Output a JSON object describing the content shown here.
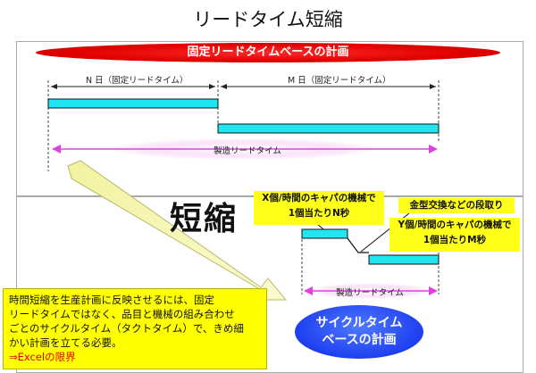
{
  "title": "リードタイム短縮",
  "top": {
    "plan_label": "固定リードタイムベースの計画",
    "n_label": "N 日（固定リードタイム）",
    "m_label": "M 日（固定リードタイム）",
    "lead_time_label": "製造リードタイム"
  },
  "bottom": {
    "shorten_label": "短縮",
    "x_machine_line1": "X個/時間のキャパの機械で",
    "x_machine_line2": "1個当たりN秒",
    "changeover": "金型交換などの段取り",
    "y_machine_line1": "Y個/時間のキャパの機械で",
    "y_machine_line2": "1個当たりM秒",
    "lead_time_label": "製造リードタイム",
    "cycle_plan_line1": "サイクルタイム",
    "cycle_plan_line2": "ベースの計画",
    "note_lines": [
      "時間短縮を生産計画に反映させるには、固定",
      "リードタイムではなく、品目と機械の組み合わせ",
      "ごとのサイクルタイム（タクトタイム）で、きめ細",
      "かい計画を立てる必要。"
    ],
    "note_excel": "⇒Excelの限界"
  },
  "colors": {
    "red": "#e00000",
    "cyan": "#21e5f0",
    "magenta": "#e040e0",
    "yellow": "#ffff00",
    "blue": "#1e3ff0"
  }
}
